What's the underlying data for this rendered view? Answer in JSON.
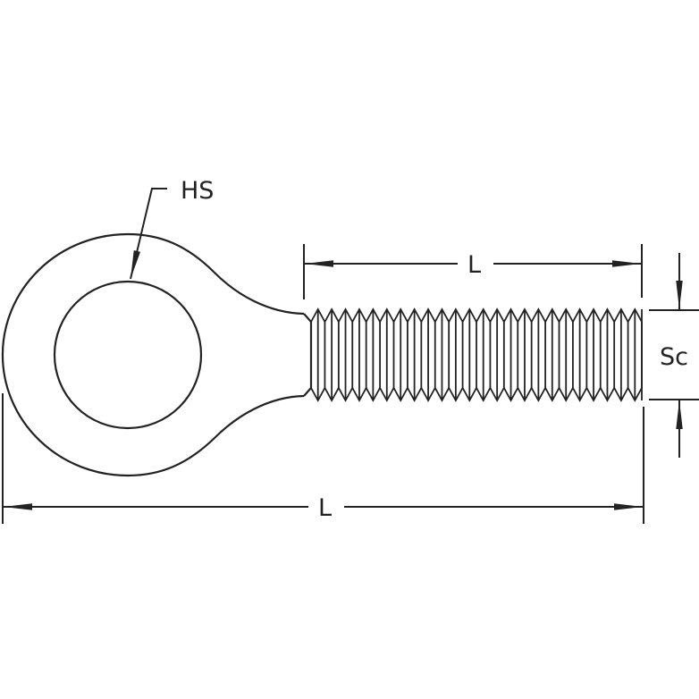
{
  "labels": {
    "hole_size": "HS",
    "thread_length": "L",
    "overall_length": "L",
    "screw_size": "Sc"
  },
  "colors": {
    "line": "#222222",
    "background": "#ffffff"
  }
}
